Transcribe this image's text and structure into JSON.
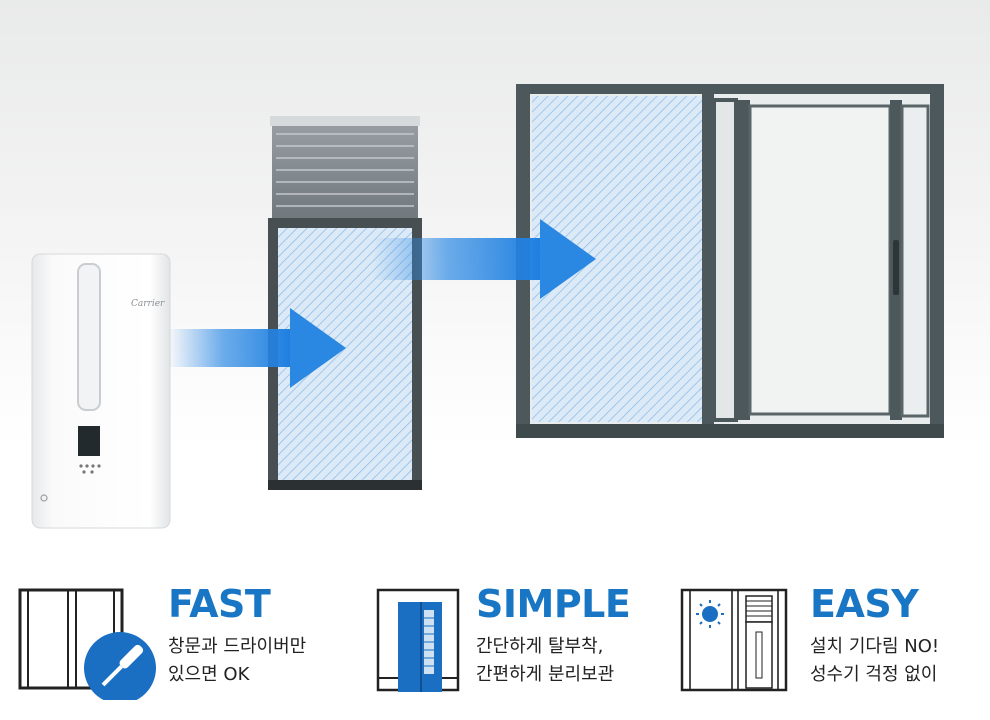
{
  "brand": {
    "logo_text": "Carrier"
  },
  "colors": {
    "accent": "#1976c4",
    "arrow": "#2f8be4",
    "frame": "#4a5659"
  },
  "features": [
    {
      "title": "FAST",
      "line1": "창문과 드라이버만",
      "line2": "있으면 OK",
      "icon": "window-screwdriver-icon"
    },
    {
      "title": "SIMPLE",
      "line1": "간단하게 탈부착,",
      "line2": "간편하게 분리보관",
      "icon": "panel-storage-icon"
    },
    {
      "title": "EASY",
      "line1": "설치 기다림 NO!",
      "line2": "성수기 걱정 없이",
      "icon": "sun-window-unit-icon"
    }
  ]
}
